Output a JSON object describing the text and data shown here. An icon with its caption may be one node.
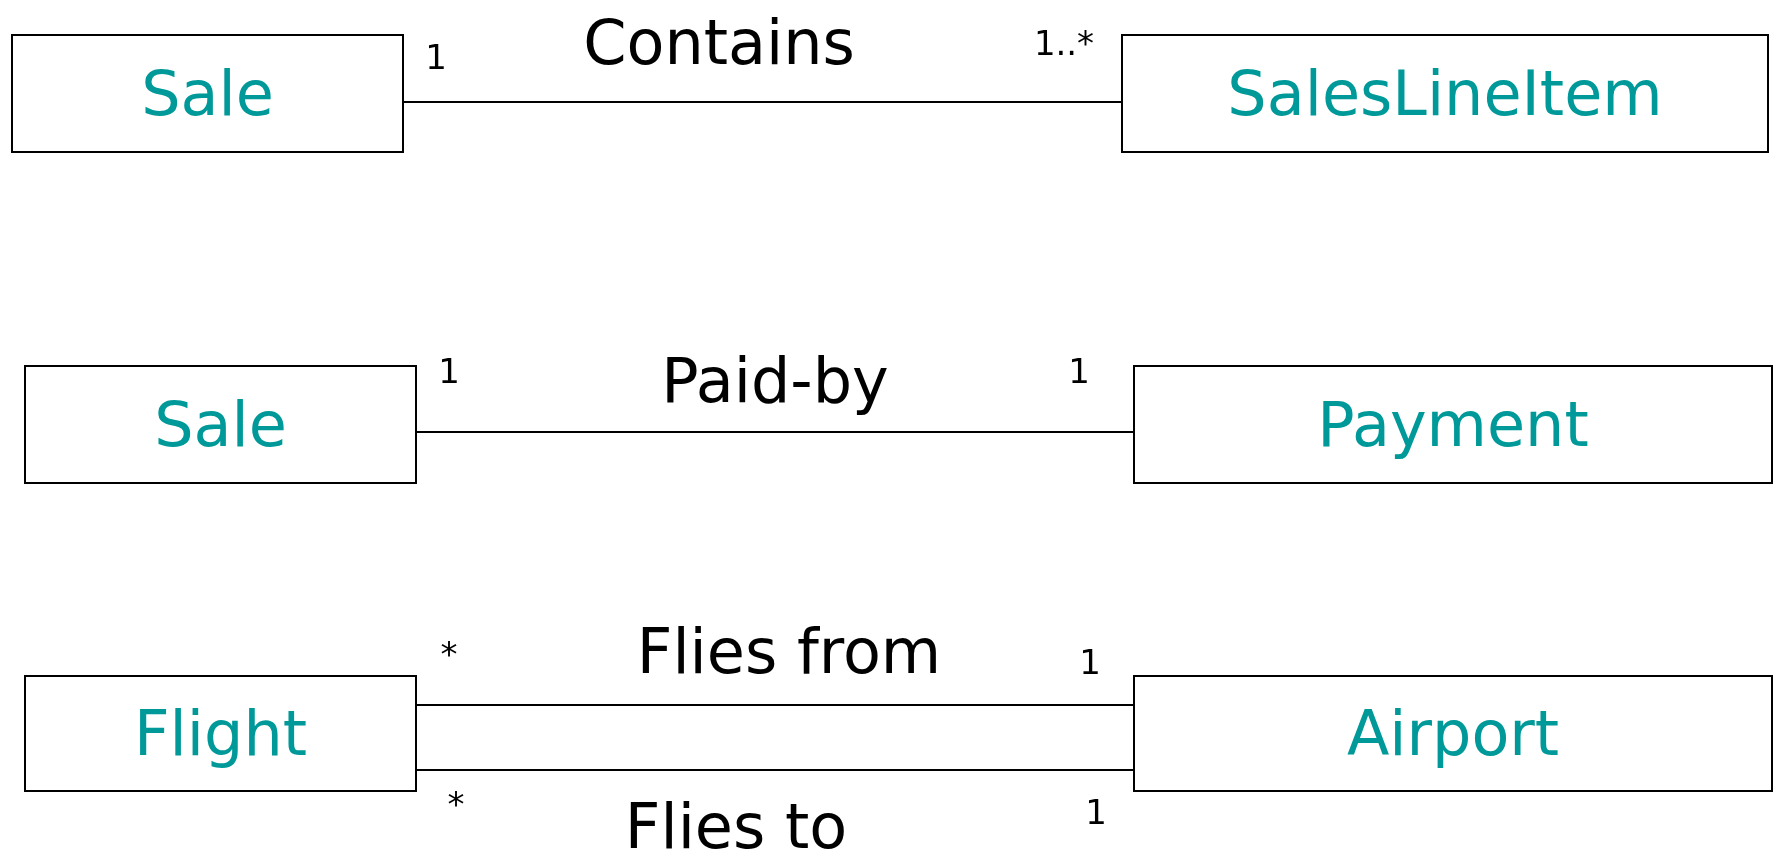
{
  "diagram": {
    "nodes": [
      {
        "text": [
          "Sale"
        ]
      },
      {
        "text": [
          "SalesLineItem"
        ]
      },
      {
        "text": [
          "Sale"
        ]
      },
      {
        "text": [
          "Payment"
        ]
      },
      {
        "text": [
          "Flight"
        ]
      },
      {
        "text": [
          "Airport"
        ]
      }
    ],
    "edges": [
      {
        "from": 0,
        "to": 1,
        "arrow": "none",
        "label": "Contains"
      },
      {
        "from": 2,
        "to": 3,
        "arrow": "none",
        "label": "Paid-by"
      },
      {
        "from": 4,
        "to": 5,
        "arrow": "none",
        "label": "Flies from"
      },
      {
        "from": 4,
        "to": 5,
        "arrow": "none",
        "label": "Flies to"
      }
    ],
    "labels": [
      "1",
      "1..*",
      "1",
      "1",
      "*",
      "1",
      "*",
      "1"
    ]
  }
}
